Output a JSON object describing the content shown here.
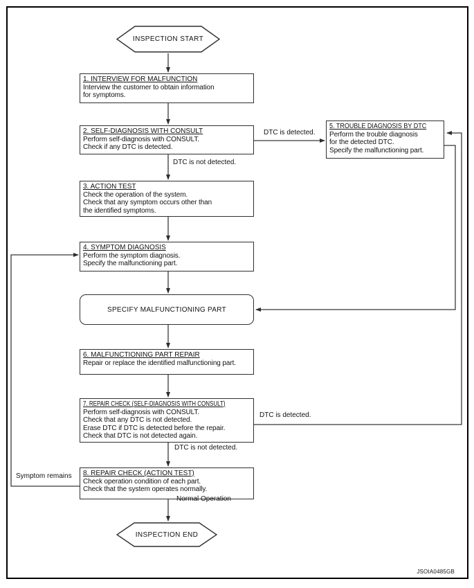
{
  "flow": {
    "code": "JSOIA0485GB",
    "terminators": {
      "start": "INSPECTION START",
      "end": "INSPECTION END"
    },
    "boxes": {
      "b1": {
        "title": "1. INTERVIEW FOR MALFUNCTION",
        "body": "Interview the customer to obtain information\nfor symptoms."
      },
      "b2": {
        "title": "2. SELF-DIAGNOSIS WITH CONSULT",
        "body": "Perform self-diagnosis with CONSULT.\nCheck if any DTC is detected."
      },
      "b3": {
        "title": "3. ACTION TEST",
        "body": "Check the operation of the system.\nCheck that any symptom occurs other than\nthe identified symptoms."
      },
      "b4": {
        "title": "4. SYMPTOM DIAGNOSIS",
        "body": "Perform the symptom diagnosis.\nSpecify the malfunctioning part."
      },
      "b5": {
        "title": "5. TROUBLE DIAGNOSIS BY DTC",
        "body": "Perform the trouble diagnosis\nfor the detected DTC.\nSpecify the malfunctioning part."
      },
      "specify": {
        "title": "SPECIFY MALFUNCTIONING PART"
      },
      "b6": {
        "title": "6. MALFUNCTIONING PART REPAIR",
        "body": "Repair or replace the identified malfunctioning part."
      },
      "b7": {
        "title": "7. REPAIR CHECK (SELF-DIAGNOSIS WITH CONSULT)",
        "body": "Perform self-diagnosis with CONSULT.\nCheck that any DTC is not detected.\nErase DTC if DTC is detected before the repair.\nCheck that DTC is not detected again."
      },
      "b8": {
        "title": "8. REPAIR CHECK (ACTION TEST)",
        "body": "Check operation condition of each part.\nCheck that the system operates normally."
      }
    },
    "labels": {
      "dtc_detected_top": "DTC is detected.",
      "dtc_not_detected_top": "DTC is not detected.",
      "dtc_detected_bottom": "DTC is detected.",
      "dtc_not_detected_bottom": "DTC is not detected.",
      "normal_operation": "Normal Operation",
      "symptom_remains": "Symptom remains"
    },
    "colors": {
      "line": "#383838",
      "box_border": "#2f2f2f",
      "text": "#111111",
      "background": "#ffffff"
    }
  }
}
